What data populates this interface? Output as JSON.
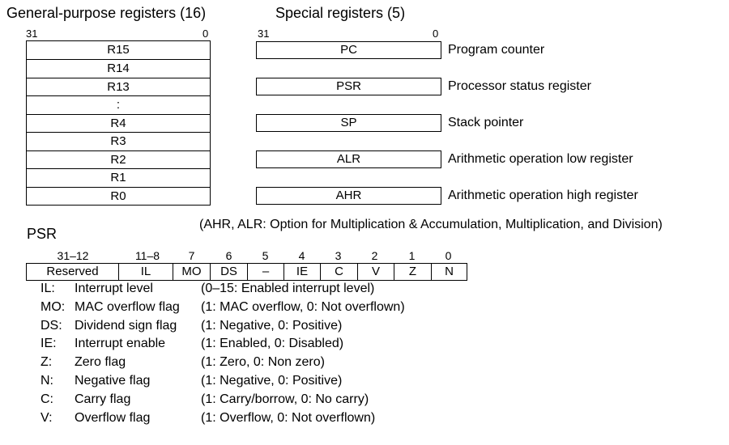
{
  "gpr": {
    "title": "General-purpose registers (16)",
    "bit_high": "31",
    "bit_low": "0",
    "rows": [
      "R15",
      "R14",
      "R13",
      ":",
      "R4",
      "R3",
      "R2",
      "R1",
      "R0"
    ]
  },
  "special": {
    "title": "Special registers (5)",
    "bit_high": "31",
    "bit_low": "0",
    "regs": [
      {
        "name": "PC",
        "desc": "Program counter"
      },
      {
        "name": "PSR",
        "desc": "Processor status register"
      },
      {
        "name": "SP",
        "desc": "Stack pointer"
      },
      {
        "name": "ALR",
        "desc": "Arithmetic operation low register"
      },
      {
        "name": "AHR",
        "desc": "Arithmetic operation high register"
      }
    ],
    "note": "(AHR, ALR: Option for Multiplication & Accumulation, Multiplication, and Division)"
  },
  "psr": {
    "title": "PSR",
    "fields": [
      {
        "bits": "31–12",
        "name": "Reserved"
      },
      {
        "bits": "11–8",
        "name": "IL"
      },
      {
        "bits": "7",
        "name": "MO"
      },
      {
        "bits": "6",
        "name": "DS"
      },
      {
        "bits": "5",
        "name": "–"
      },
      {
        "bits": "4",
        "name": "IE"
      },
      {
        "bits": "3",
        "name": "C"
      },
      {
        "bits": "2",
        "name": "V"
      },
      {
        "bits": "1",
        "name": "Z"
      },
      {
        "bits": "0",
        "name": "N"
      }
    ],
    "legend": [
      {
        "abbr": "IL:",
        "name": "Interrupt level",
        "meaning": "(0–15: Enabled interrupt level)"
      },
      {
        "abbr": "MO:",
        "name": "MAC overflow flag",
        "meaning": "(1: MAC overflow, 0: Not overflown)"
      },
      {
        "abbr": "DS:",
        "name": "Dividend sign flag",
        "meaning": "(1: Negative, 0: Positive)"
      },
      {
        "abbr": "IE:",
        "name": "Interrupt enable",
        "meaning": "(1: Enabled, 0: Disabled)"
      },
      {
        "abbr": "Z:",
        "name": "Zero flag",
        "meaning": "(1: Zero, 0: Non zero)"
      },
      {
        "abbr": "N:",
        "name": "Negative flag",
        "meaning": "(1: Negative, 0: Positive)"
      },
      {
        "abbr": "C:",
        "name": "Carry flag",
        "meaning": "(1: Carry/borrow, 0: No carry)"
      },
      {
        "abbr": "V:",
        "name": "Overflow flag",
        "meaning": "(1: Overflow, 0: Not overflown)"
      }
    ]
  }
}
